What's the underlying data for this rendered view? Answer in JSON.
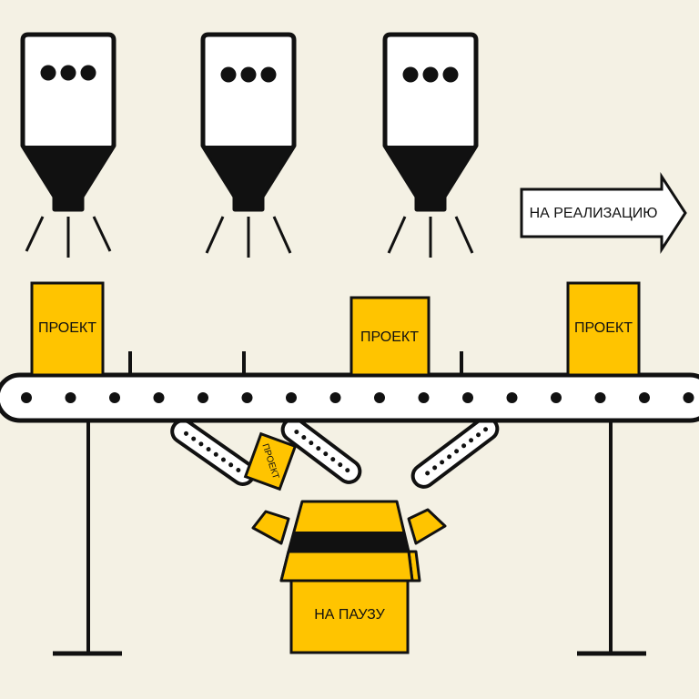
{
  "colors": {
    "background": "#f4f1e4",
    "ink": "#111111",
    "accent": "#ffc400",
    "white": "#ffffff"
  },
  "arrow": {
    "label": "НА РЕАЛИЗАЦИЮ"
  },
  "boxes": [
    {
      "label": "ПРОЕКТ"
    },
    {
      "label": "ПРОЕКТ"
    },
    {
      "label": "ПРОЕКТ"
    }
  ],
  "falling_box": {
    "label": "ПРОЕКТ"
  },
  "bin": {
    "label": "НА ПАУЗУ"
  }
}
